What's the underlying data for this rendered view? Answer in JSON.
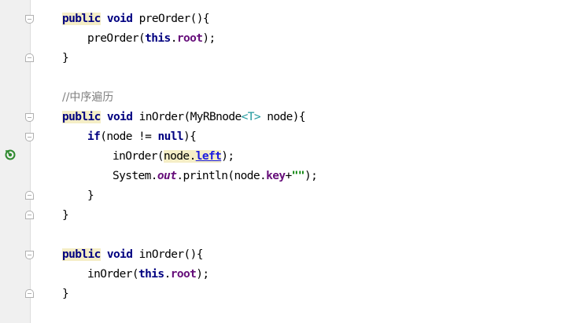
{
  "code": {
    "l1": {
      "k1": "public",
      "sp": " ",
      "k2": "void",
      "rest": " preOrder(){"
    },
    "l2": {
      "pre": "preOrder(",
      "kw": "this",
      "dot": ".",
      "field": "root",
      "post": ");"
    },
    "l3": {
      "brace": "}"
    },
    "l4": {
      "comment": "//中序遍历"
    },
    "l5": {
      "k1": "public",
      "sp": " ",
      "k2": "void",
      "pre": " inOrder(MyRBnode",
      "tp": "<T>",
      "post": " node){"
    },
    "l6": {
      "kw": "if",
      "pre": "(node != ",
      "nul": "null",
      "post": "){"
    },
    "l7": {
      "pre": "inOrder(",
      "hl_node": "node.",
      "field": "left",
      "post": ");"
    },
    "l8": {
      "pre": "System.",
      "static": "out",
      "mid": ".println(node.",
      "field": "key",
      "plus": "+",
      "str": "\"\"",
      "post": ");"
    },
    "l9": {
      "brace": "}"
    },
    "l10": {
      "brace": "}"
    },
    "l11": {
      "k1": "public",
      "sp": " ",
      "k2": "void",
      "rest": " inOrder(){"
    },
    "l12": {
      "pre": "inOrder(",
      "kw": "this",
      "dot": ".",
      "field": "root",
      "post": ");"
    },
    "l13": {
      "brace": "}"
    }
  },
  "colors": {
    "keyword": "#000080",
    "field": "#660e7a",
    "string": "#008000",
    "comment": "#808080",
    "type_param": "#20999d",
    "gutter": "#f0f0f0"
  },
  "icons": {
    "recursion": "recursive-call-icon",
    "fold": "fold-marker-icon"
  }
}
